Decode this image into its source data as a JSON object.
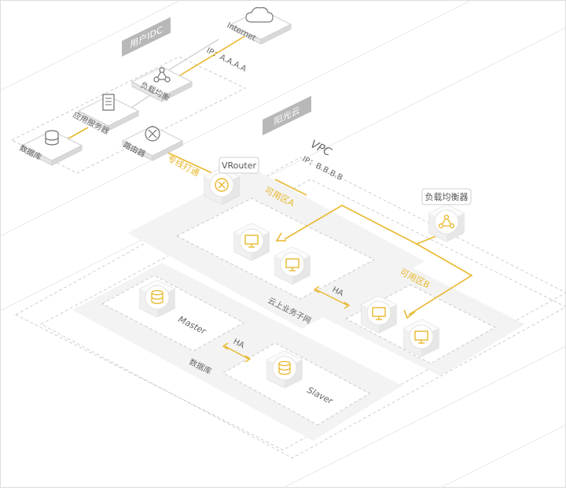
{
  "labels": {
    "user_idc": "用户IDC",
    "ip_a": "IP：A.A.A.A",
    "internet": "Internet",
    "load_balancer_idc": "负载均衡",
    "app_server": "应用服务器",
    "router": "路由器",
    "database_idc": "数据库",
    "dedicated_line": "专线打通",
    "vrouter": "VRouter",
    "sunshine_cloud": "阳光云",
    "vpc": "VPC",
    "ip_b": "IP：B.B.B.B",
    "load_balancer_cloud": "负载均衡器",
    "zone_a": "可用区A",
    "zone_b": "可用区B",
    "cloud_subnet": "云上业务子网",
    "ha_1": "HA",
    "ha_2": "HA",
    "master": "Master",
    "slaver": "Slaver",
    "database_cloud": "数据库"
  },
  "colors": {
    "accent": "#e7b82e",
    "tag_bg": "#b8b8b8",
    "line_gray": "#c9c9c9",
    "panel": "#f3f3f3"
  }
}
